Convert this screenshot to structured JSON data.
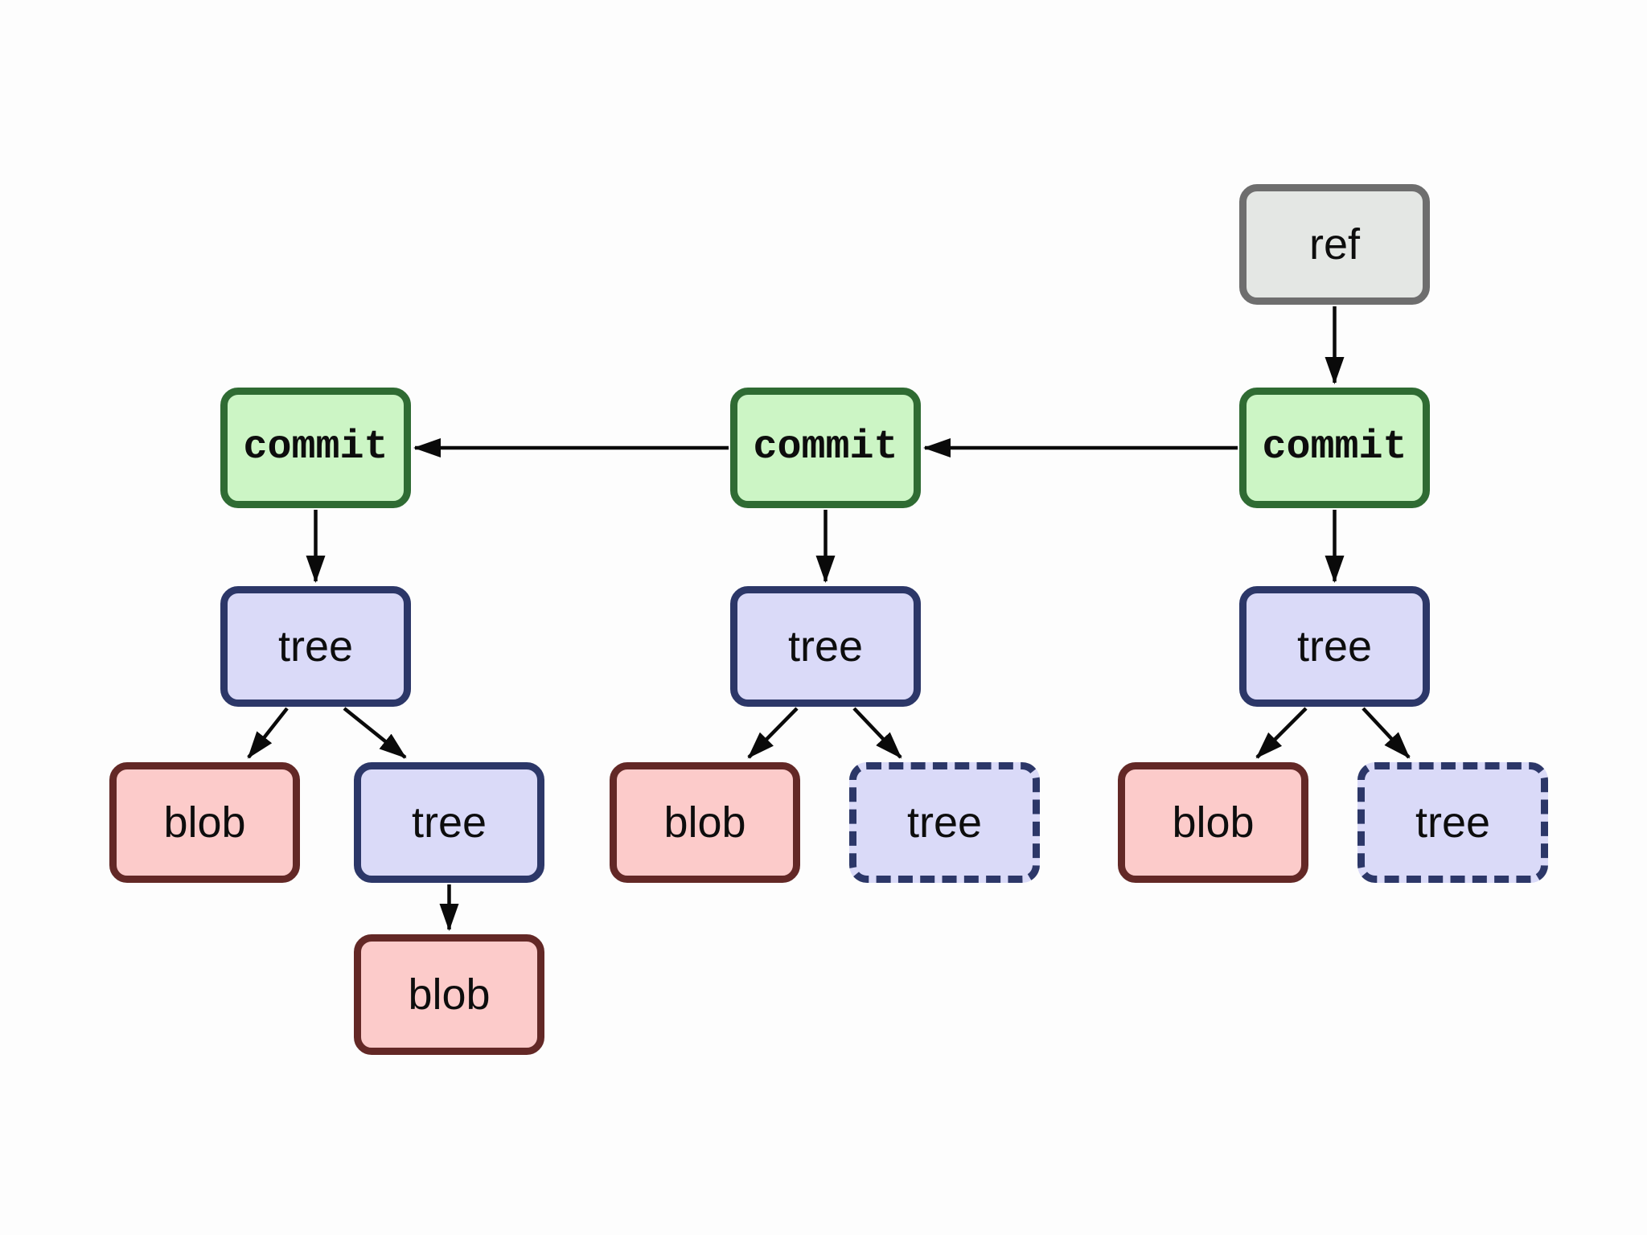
{
  "colors": {
    "background": "#fdfdfd",
    "arrow": "#0a0a0a",
    "text": "#0d0d0d",
    "ref_fill": "#e4e7e4",
    "ref_border": "#6e6e6e",
    "commit_fill": "#ccf5c5",
    "commit_border": "#2f6b33",
    "tree_fill": "#dadaf8",
    "tree_border": "#2c3768",
    "blob_fill": "#fccbca",
    "blob_border": "#632826"
  },
  "nodes": {
    "ref": {
      "label": "ref"
    },
    "commit_left": {
      "label": "commit"
    },
    "commit_middle": {
      "label": "commit"
    },
    "commit_right": {
      "label": "commit"
    },
    "tree_left": {
      "label": "tree"
    },
    "tree_middle": {
      "label": "tree"
    },
    "tree_right": {
      "label": "tree"
    },
    "blob_left": {
      "label": "blob"
    },
    "tree_left_child": {
      "label": "tree"
    },
    "blob_middle": {
      "label": "blob"
    },
    "tree_middle_dashed": {
      "label": "tree"
    },
    "blob_right": {
      "label": "blob"
    },
    "tree_right_dashed": {
      "label": "tree"
    },
    "blob_bottom": {
      "label": "blob"
    }
  }
}
